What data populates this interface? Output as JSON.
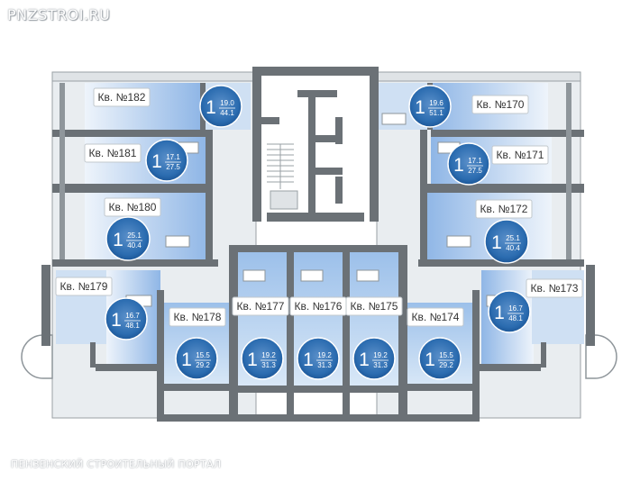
{
  "watermark_top": "PNZSTROI.RU",
  "watermark_bottom": "ПЕНЗЕНСКИЙ СТРОИТЕЛЬНЫЙ ПОРТАЛ",
  "colors": {
    "wall": "#6b7176",
    "room_light": "#d7e6f5",
    "room_mid": "#a9c7ea",
    "room_deep": "#7eaae0",
    "badge": "#1d5a9e"
  },
  "apartments": [
    {
      "id": "182",
      "label": "Кв. №182",
      "rooms": "1",
      "living": "19.0",
      "total": "44.1"
    },
    {
      "id": "181",
      "label": "Кв. №181",
      "rooms": "1",
      "living": "17.1",
      "total": "27.5"
    },
    {
      "id": "180",
      "label": "Кв. №180",
      "rooms": "1",
      "living": "25.1",
      "total": "40.4"
    },
    {
      "id": "179",
      "label": "Кв. №179",
      "rooms": "1",
      "living": "16.7",
      "total": "48.1"
    },
    {
      "id": "178",
      "label": "Кв. №178",
      "rooms": "1",
      "living": "15.5",
      "total": "29.2"
    },
    {
      "id": "177",
      "label": "Кв. №177",
      "rooms": "1",
      "living": "19.2",
      "total": "31.3"
    },
    {
      "id": "176",
      "label": "Кв. №176",
      "rooms": "1",
      "living": "19.2",
      "total": "31.3"
    },
    {
      "id": "175",
      "label": "Кв. №175",
      "rooms": "1",
      "living": "19.2",
      "total": "31.3"
    },
    {
      "id": "174",
      "label": "Кв. №174",
      "rooms": "1",
      "living": "15.5",
      "total": "29.2"
    },
    {
      "id": "173",
      "label": "Кв. №173",
      "rooms": "1",
      "living": "16.7",
      "total": "48.1"
    },
    {
      "id": "172",
      "label": "Кв. №172",
      "rooms": "1",
      "living": "25.1",
      "total": "40.4"
    },
    {
      "id": "171",
      "label": "Кв. №171",
      "rooms": "1",
      "living": "17.1",
      "total": "27.5"
    },
    {
      "id": "170",
      "label": "Кв. №170",
      "rooms": "1",
      "living": "19.6",
      "total": "51.1"
    }
  ]
}
